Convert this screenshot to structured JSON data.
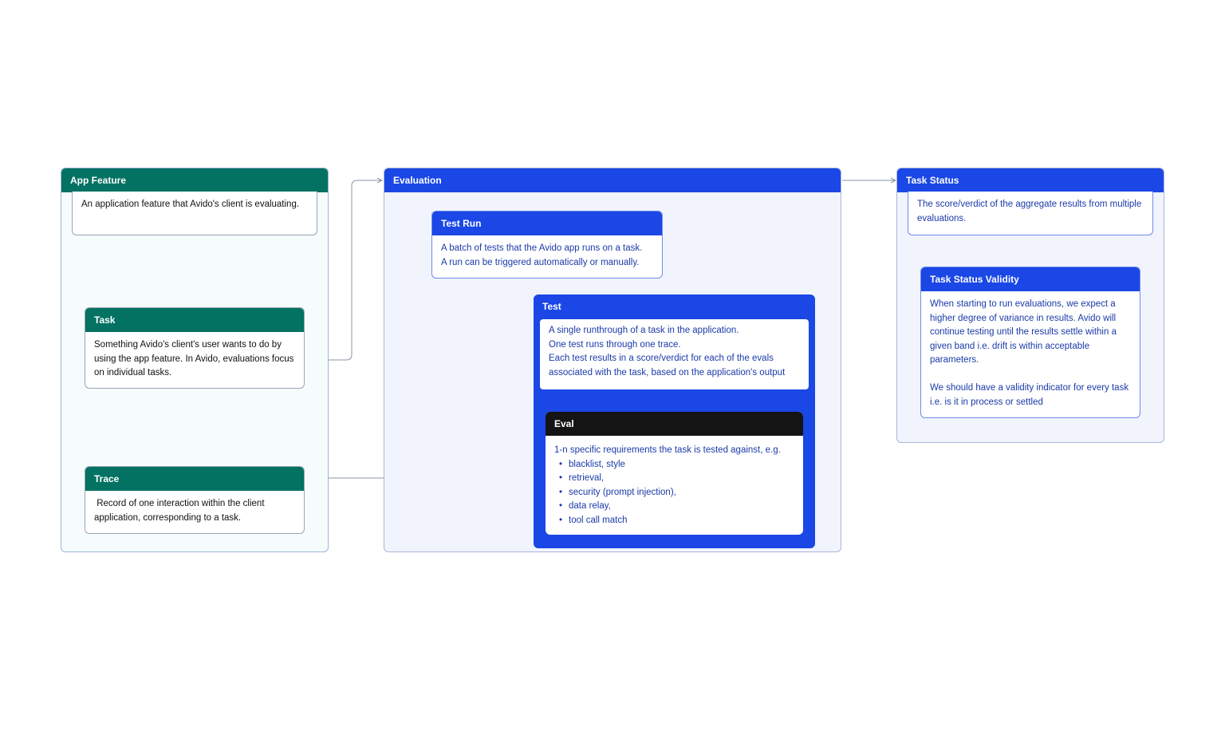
{
  "app_feature": {
    "title": "App Feature",
    "description": "An application feature that Avido's client is evaluating."
  },
  "task": {
    "title": "Task",
    "description": "Something Avido's client's user wants to do by using the app feature. In Avido, evaluations focus on individual tasks."
  },
  "trace": {
    "title": "Trace",
    "description": " Record of one interaction within the client application, corresponding to a task."
  },
  "evaluation": {
    "title": "Evaluation"
  },
  "test_run": {
    "title": "Test Run",
    "lines": [
      "A batch of tests that the Avido app runs on a task.",
      "A run can be triggered automatically or manually."
    ]
  },
  "test": {
    "title": "Test",
    "lines": [
      "A single runthrough of a task in the application.",
      "One test runs through one trace.",
      "Each test results in a score/verdict for each of the evals associated with the task, based on the application's output"
    ]
  },
  "eval": {
    "title": "Eval",
    "intro": "1-n specific requirements the task is tested against, e.g.",
    "items": [
      "blacklist, style",
      "retrieval,",
      "security (prompt injection),",
      "data relay,",
      "tool call match"
    ]
  },
  "task_status": {
    "title": "Task Status",
    "description": "The score/verdict of the aggregate results from multiple evaluations."
  },
  "task_status_validity": {
    "title": "Task Status Validity",
    "paragraph1": "When starting to run evaluations, we expect a higher degree of variance in results. Avido will continue testing until the results settle within a given band i.e. drift is within acceptable parameters.",
    "paragraph2": "We should have a validity indicator for every task i.e. is it in process or settled"
  },
  "colors": {
    "green": "#037262",
    "blue": "#1a47e5",
    "dark": "#141414",
    "connector": "#8b94a6"
  }
}
